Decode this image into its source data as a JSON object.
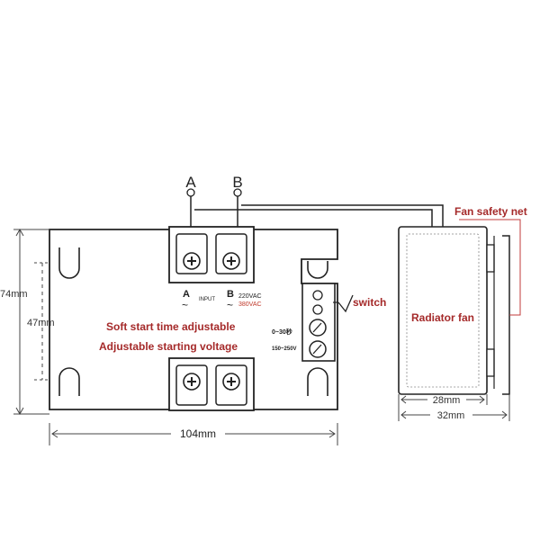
{
  "terminals": {
    "a": "A",
    "b": "B"
  },
  "input": {
    "label_a": "A",
    "label_b": "B",
    "tilde": "~",
    "input_text": "INPUT",
    "voltage_220": "220VAC",
    "voltage_380": "380VAC"
  },
  "dimensions": {
    "height_outer": "74mm",
    "height_inner": "47mm",
    "width_module": "104mm",
    "fan_depth_28": "28mm",
    "fan_depth_32": "32mm"
  },
  "labels": {
    "fan_safety_net": "Fan safety net",
    "switch": "switch",
    "radiator_fan": "Radiator fan",
    "soft_start": "Soft start time adjustable",
    "soft_start_range": "0~30秒",
    "start_voltage": "Adjustable starting voltage",
    "start_voltage_range": "150~250V"
  },
  "colors": {
    "annotation_red": "#a52a2a",
    "voltage_380_red": "#c0392b",
    "outline": "#222222",
    "fan_line": "#c23b3b"
  }
}
